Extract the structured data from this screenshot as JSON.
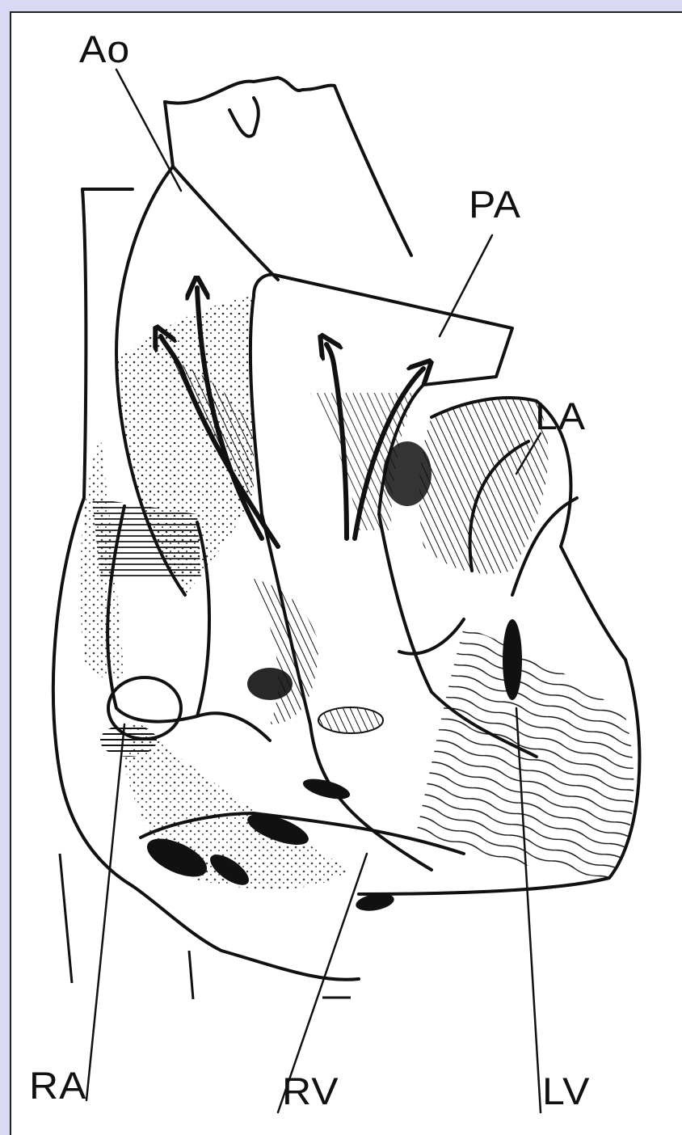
{
  "labels": {
    "ao": "Ao",
    "pa": "PA",
    "la": "LA",
    "ra": "RA",
    "rv": "RV",
    "lv": "LV"
  },
  "colors": {
    "background": "#d9d9f3",
    "paper": "#ffffff",
    "ink": "#111111"
  }
}
